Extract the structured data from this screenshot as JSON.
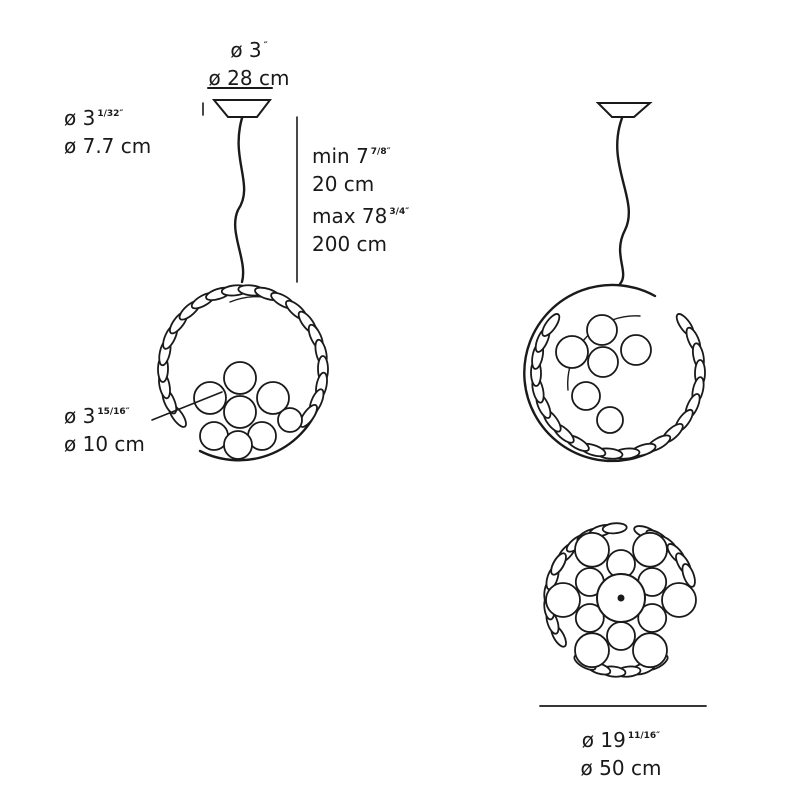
{
  "dimensions": {
    "canopy": {
      "imperial": "ø 3",
      "imperial_suffix": "″",
      "metric": "ø 28 cm"
    },
    "rose": {
      "imperial": "ø 3",
      "imperial_fraction": "1/32″",
      "metric": "ø 7.7 cm"
    },
    "suspension": {
      "min_imperial": "min 7",
      "min_fraction": "7/8″",
      "min_metric": "20 cm",
      "max_imperial": "max 78",
      "max_fraction": "3/4″",
      "max_metric": "200 cm"
    },
    "disc": {
      "imperial": "ø 3",
      "imperial_fraction": "15/16″",
      "metric": "ø 10 cm"
    },
    "overall": {
      "imperial": "ø 19",
      "imperial_fraction": "11/16″",
      "metric": "ø 50 cm"
    }
  },
  "colors": {
    "ink": "#1a1a1a",
    "fill": "#ffffff"
  }
}
